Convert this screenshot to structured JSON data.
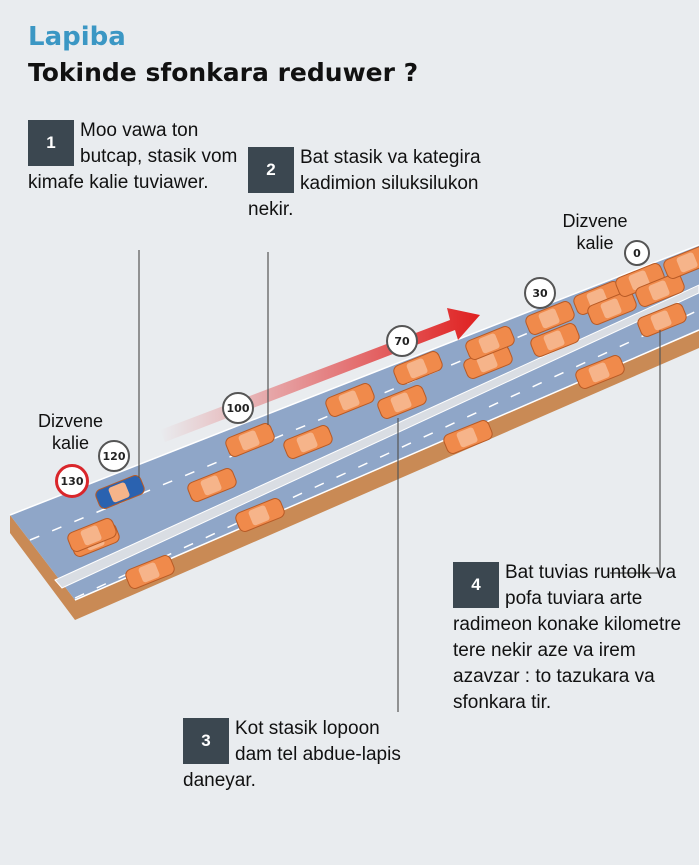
{
  "header": {
    "kicker": "Lapiba",
    "title": "Tokinde sfonkara reduwer ?"
  },
  "notes": [
    {
      "num": "1",
      "text": "Moo vawa ton butcap, stasik vom kimafe kalie tuviawer."
    },
    {
      "num": "2",
      "text": "Bat stasik va kategira kadimion siluksilukon nekir."
    },
    {
      "num": "3",
      "text": "Kot stasik lopoon dam tel abdue-lapis daneyar."
    },
    {
      "num": "4",
      "text": "Bat tuvias runtolk va pofa tuviara arte radimeon konake kilometre tere nekir aze va irem azavzar : to tazukara va sfonkara tir."
    }
  ],
  "labels": {
    "start": "Dizvene kalie",
    "end": "Dizvene kalie"
  },
  "signs": [
    "130",
    "120",
    "100",
    "70",
    "30",
    "0"
  ],
  "colors": {
    "accent": "#3b97c4",
    "car": "#f08a4b",
    "highlight_car": "#2a62b0",
    "road": "#8fa6c8",
    "arrow": "#e02020"
  }
}
